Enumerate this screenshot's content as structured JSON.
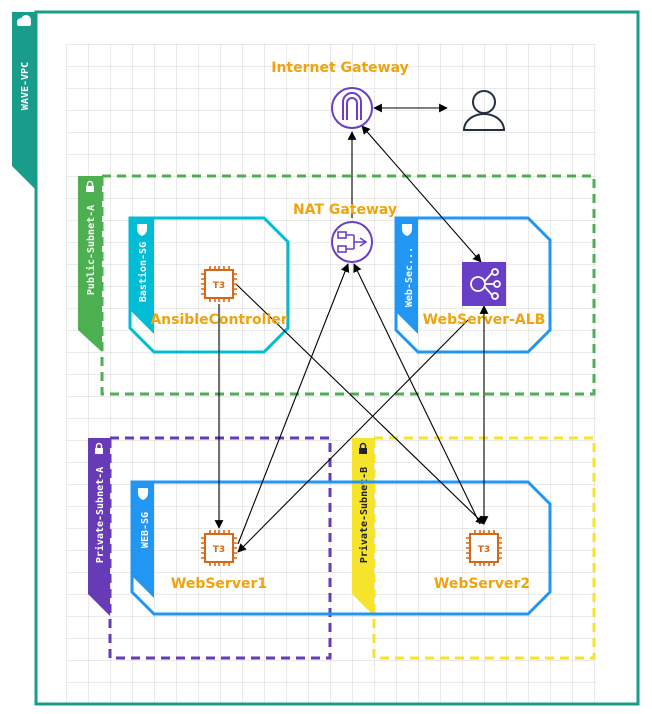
{
  "vpc": {
    "label": "WAVE-VPC"
  },
  "subnets": {
    "public_a": "Public-Subnet-A",
    "private_a": "Private-Subnet-A",
    "private_b": "Private-Subnet-B"
  },
  "security_groups": {
    "bastion": "Bastion-SG",
    "web_lb": "Web-Sec...",
    "web": "WEB-SG"
  },
  "nodes": {
    "internet_gateway": "Internet Gateway",
    "nat_gateway": "NAT Gateway",
    "ansible_controller": "AnsibleController",
    "alb": "WebServer-ALB",
    "webserver1": "WebServer1",
    "webserver2": "WebServer2",
    "instance_type": "T3"
  },
  "icons": {
    "igw": "internet-gateway-icon",
    "nat": "nat-gateway-icon",
    "alb": "load-balancer-icon",
    "ec2": "ec2-chip-icon",
    "user": "user-icon",
    "lock": "lock-icon",
    "shield": "shield-icon",
    "cloud": "cloud-icon"
  },
  "colors": {
    "vpc": "#1A9C8A",
    "public_subnet": "#4CAF50",
    "private_subnet_a": "#673AB7",
    "private_subnet_b": "#F5E42B",
    "bastion_sg": "#00BCD4",
    "web_sg": "#2196F3",
    "label": "#F0A30A",
    "network_icon": "#6A3FC7",
    "ec2": "#D86613"
  }
}
